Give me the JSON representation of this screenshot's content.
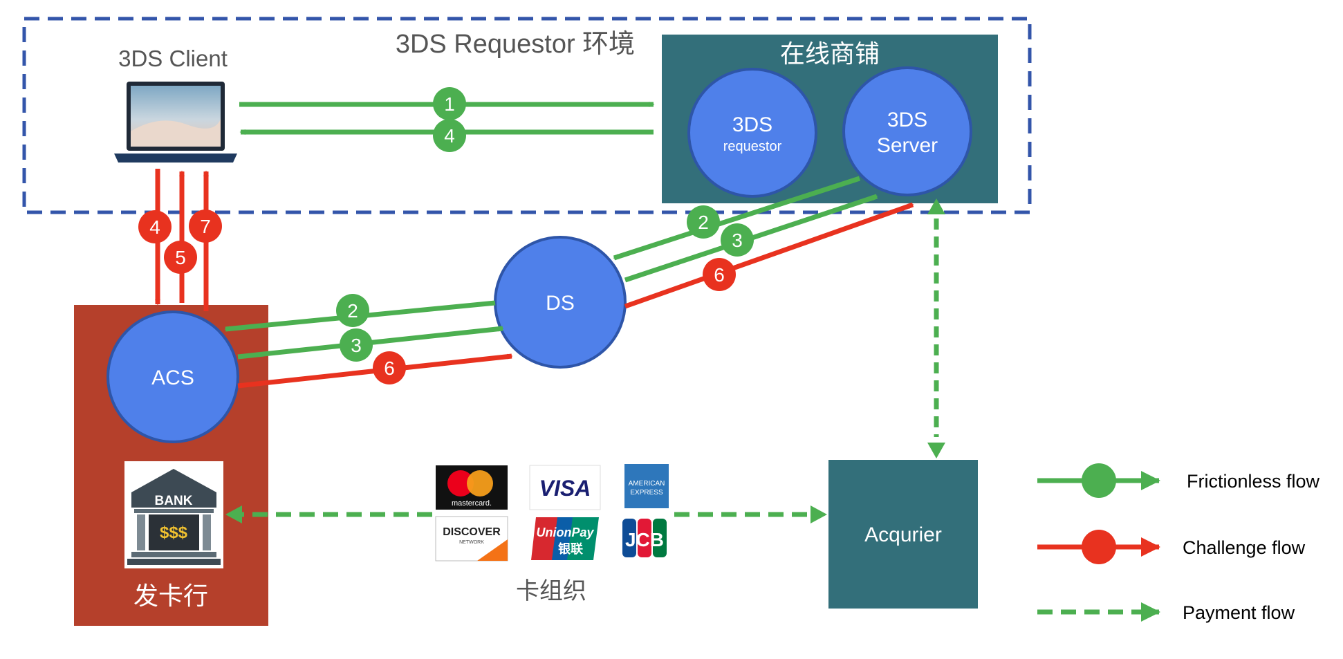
{
  "env_label": "3DS Requestor 环境",
  "client_label": "3DS Client",
  "shop": {
    "title": "在线商铺",
    "requestor_line1": "3DS",
    "requestor_line2": "requestor",
    "server_line1": "3DS",
    "server_line2": "Server"
  },
  "ds_label": "DS",
  "acs_label": "ACS",
  "issuer_label": "发卡行",
  "bank_text": "BANK",
  "bank_money": "$$$",
  "acquirer_label": "Acqurier",
  "card_org_label": "卡组织",
  "brands": {
    "mastercard": "mastercard.",
    "visa": "VISA",
    "amex_line1": "AMERICAN",
    "amex_line2": "EXPRESS",
    "discover": "DISCOVER",
    "discover_sub": "NETWORK",
    "unionpay_line1": "UnionPay",
    "unionpay_line2": "银联",
    "jcb": "JCB"
  },
  "steps": {
    "s1": "1",
    "s4_top": "4",
    "s2_ds_server": "2",
    "s3_ds_server": "3",
    "s6_ds_server": "6",
    "s2_acs_ds": "2",
    "s3_acs_ds": "3",
    "s6_acs_ds": "6",
    "s4_client": "4",
    "s5_client": "5",
    "s7_client": "7"
  },
  "legend": {
    "frictionless": "Frictionless flow",
    "challenge": "Challenge flow",
    "payment": "Payment flow"
  },
  "colors": {
    "green": "#4caf50",
    "red": "#e8321f",
    "blue_circle": "#4f80ea",
    "teal": "#336f7a",
    "brick": "#b5402b",
    "dash_border": "#3355aa"
  }
}
